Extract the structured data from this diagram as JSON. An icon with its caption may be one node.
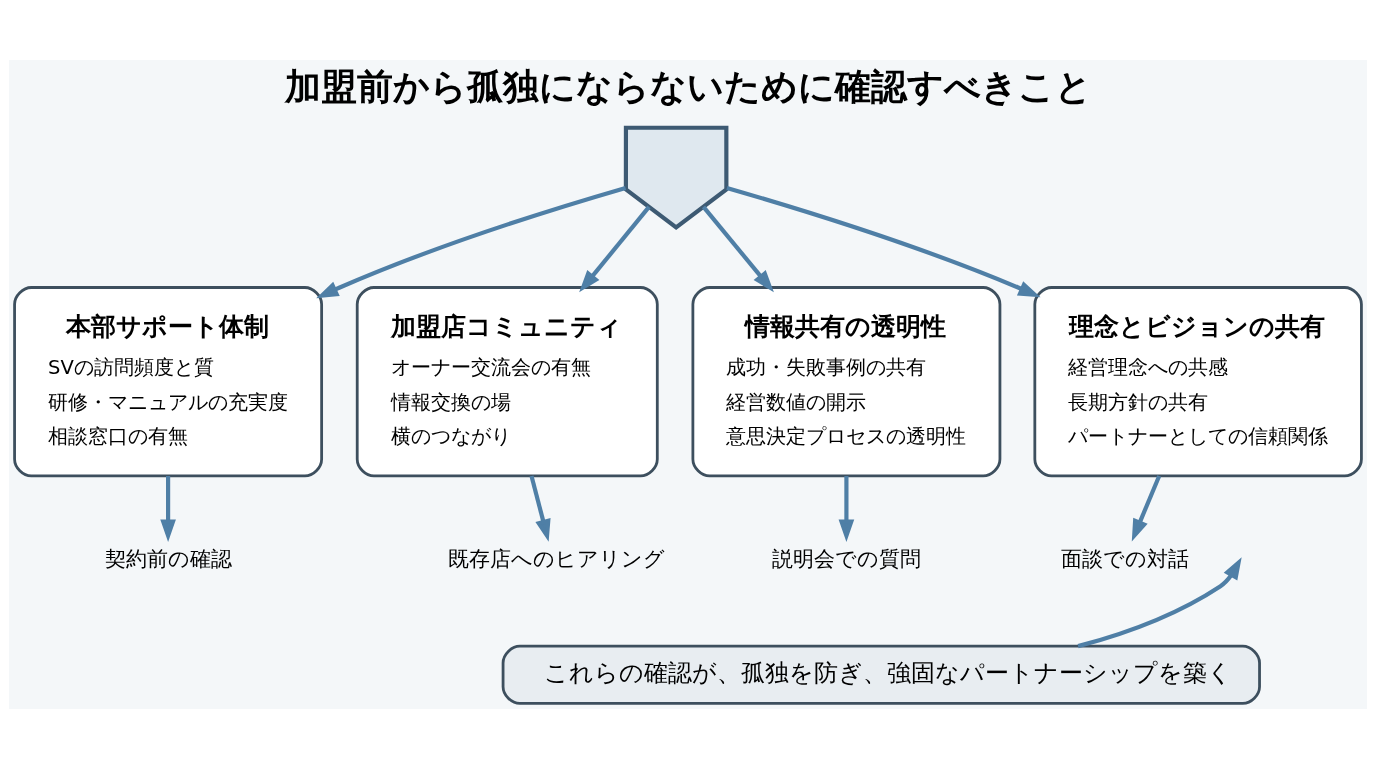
{
  "diagram": {
    "title": "加盟前から孤独にならないために確認すべきこと",
    "nodes": [
      {
        "text": [],
        "shape": "shield"
      },
      {
        "text": [
          "本部サポート体制",
          "SVの訪問頻度と質",
          "研修・マニュアルの充実度",
          "相談窓口の有無"
        ]
      },
      {
        "text": [
          "加盟店コミュニティ",
          "オーナー交流会の有無",
          "情報交換の場",
          "横のつながり"
        ]
      },
      {
        "text": [
          "情報共有の透明性",
          "成功・失敗事例の共有",
          "経営数値の開示",
          "意思決定プロセスの透明性"
        ]
      },
      {
        "text": [
          "理念とビジョンの共有",
          "経営理念への共感",
          "長期方針の共有",
          "パートナーとしての信頼関係"
        ]
      },
      {
        "text": [
          "契約前の確認"
        ]
      },
      {
        "text": [
          "既存店へのヒアリング"
        ]
      },
      {
        "text": [
          "説明会での質問"
        ]
      },
      {
        "text": [
          "面談での対話"
        ]
      },
      {
        "text": [
          "これらの確認が、孤独を防ぎ、強固なパートナーシップを築く"
        ]
      }
    ],
    "edges": [
      {
        "from": 0,
        "to": 1,
        "arrow": "to"
      },
      {
        "from": 0,
        "to": 2,
        "arrow": "to"
      },
      {
        "from": 0,
        "to": 3,
        "arrow": "to"
      },
      {
        "from": 0,
        "to": 4,
        "arrow": "to"
      },
      {
        "from": 1,
        "to": 5,
        "arrow": "to"
      },
      {
        "from": 2,
        "to": 6,
        "arrow": "to"
      },
      {
        "from": 3,
        "to": 7,
        "arrow": "to"
      },
      {
        "from": 4,
        "to": 8,
        "arrow": "to"
      },
      {
        "from": 9,
        "to": null,
        "arrow": "to"
      }
    ]
  }
}
